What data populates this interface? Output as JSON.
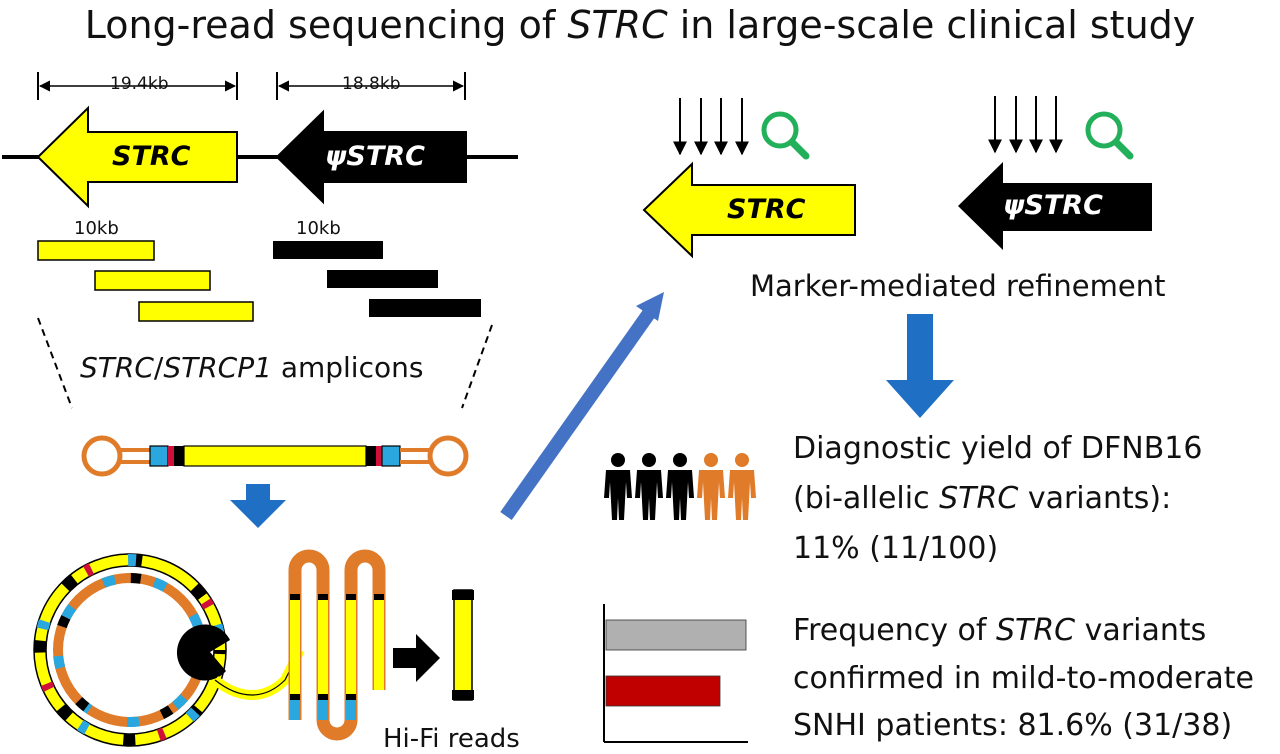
{
  "title": {
    "prefix": "Long-read sequencing of ",
    "gene": "STRC",
    "suffix": " in large-scale clinical study"
  },
  "genes": {
    "strc": "STRC",
    "pseudo": "ψSTRC"
  },
  "dimensions": {
    "strc_len": "19.4kb",
    "pseudo_len": "18.8kb",
    "amplicon_len": "10kb"
  },
  "amplicons": {
    "part1": "STRC",
    "sep": "/",
    "part2": "STRCP1",
    "suffix": " amplicons"
  },
  "hifi_label": "Hi-Fi reads",
  "refinement_label": "Marker-mediated refinement",
  "diagnostic": {
    "line1": "Diagnostic yield of DFNB16",
    "line2_prefix": "(bi-allelic ",
    "line2_gene": "STRC",
    "line2_suffix": " variants):",
    "line3": "11% (11/100)"
  },
  "frequency": {
    "line1_prefix": "Frequency of ",
    "line1_gene": "STRC",
    "line1_suffix": " variants",
    "line2": "confirmed in mild-to-moderate",
    "line3": "SNHI patients: 81.6% (31/38)"
  },
  "chart_data": {
    "type": "bar",
    "orientation": "horizontal",
    "values": [
      1.0,
      0.816
    ],
    "colors": [
      "#b0b0b0",
      "#c00000"
    ]
  },
  "colors": {
    "yellow": "#ffff00",
    "black": "#000000",
    "blue": "#4472c4",
    "arrow_blue": "#1f6fc5",
    "orange": "#e07b2a",
    "green": "#22b05a",
    "cyan": "#2aa7de",
    "red": "#d0103a",
    "gray": "#b0b0b0",
    "darkred": "#c00000"
  },
  "people": {
    "total": 5,
    "affected": 2
  },
  "icons": [
    "magnifier-icon",
    "person-icon",
    "smrtbell-adapter-icon",
    "polymerase-icon"
  ]
}
